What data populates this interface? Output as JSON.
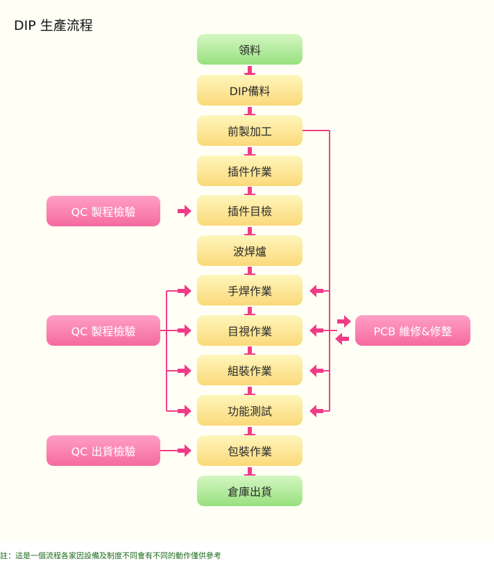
{
  "title": "DIP 生產流程",
  "steps": [
    {
      "label": "領料",
      "color": "green"
    },
    {
      "label": "DIP備料",
      "color": "yellow"
    },
    {
      "label": "前製加工",
      "color": "yellow"
    },
    {
      "label": "插件作業",
      "color": "yellow"
    },
    {
      "label": "插件目檢",
      "color": "yellow"
    },
    {
      "label": "波焊爐",
      "color": "yellow"
    },
    {
      "label": "手焊作業",
      "color": "yellow"
    },
    {
      "label": "目視作業",
      "color": "yellow"
    },
    {
      "label": "組裝作業",
      "color": "yellow"
    },
    {
      "label": "功能測試",
      "color": "yellow"
    },
    {
      "label": "包裝作業",
      "color": "yellow"
    },
    {
      "label": "倉庫出貨",
      "color": "green"
    }
  ],
  "side_boxes": {
    "qc_insert": "QC 製程檢驗",
    "qc_process": "QC 製程檢驗",
    "qc_shipping": "QC 出貨檢驗",
    "pcb_repair": "PCB 維修&修整"
  },
  "note": "註：這是一個流程各家因設備及制度不同會有不同的動作僅供參考",
  "colors": {
    "arrow": "#f03c86",
    "green_box": "#a8e690",
    "yellow_box": "#fde08a",
    "pink_box": "#f5769f",
    "note": "#1e6b1e"
  }
}
